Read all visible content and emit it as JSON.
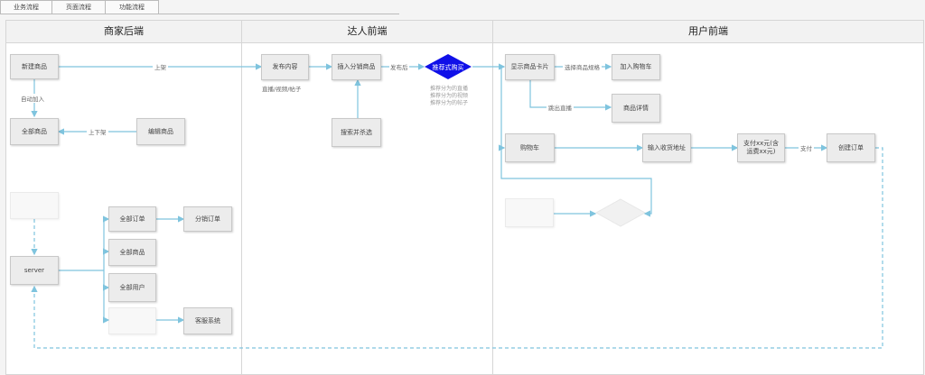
{
  "tabs": [
    "业务流程",
    "页面流程",
    "功能流程"
  ],
  "lanes": [
    "商家后端",
    "达人前端",
    "用户前端"
  ],
  "nodes": {
    "new_product": "新建商品",
    "all_products": "全部商品",
    "edit_product": "编辑商品",
    "merchant_faded": "",
    "server": "server",
    "all_orders": "全部订单",
    "dist_orders": "分销订单",
    "all_products2": "全部商品",
    "all_users": "全部用户",
    "svc_faded": "",
    "cs_system": "客服系统",
    "publish": "发布内容",
    "insert_dist": "插入分销商品",
    "search": "搜索并杀选",
    "decision": "推荐式购买",
    "product_card": "显示商品卡片",
    "add_cart": "加入购物车",
    "product_detail": "商品详情",
    "cart": "购物车",
    "address": "输入收货地址",
    "pay_info": "支付xx元(含运费xx元)",
    "create_order": "创建订单",
    "user_faded": "",
    "user_decision_faded": ""
  },
  "labels": {
    "shelf": "上架",
    "auto_add": "自动加入",
    "updown": "上下架",
    "content_types": "直播/视频/帖子",
    "after_publish": "发布后",
    "select_spec": "选择商品规格",
    "jump_live": "跳出直播",
    "pay": "支付"
  },
  "notes": [
    "推荐分为的直播",
    "推荐分为的视频",
    "推荐分为的帖子"
  ],
  "colors": {
    "connector": "#7fc4de",
    "decision": "#1010e8",
    "node_fill": "#ececec"
  }
}
